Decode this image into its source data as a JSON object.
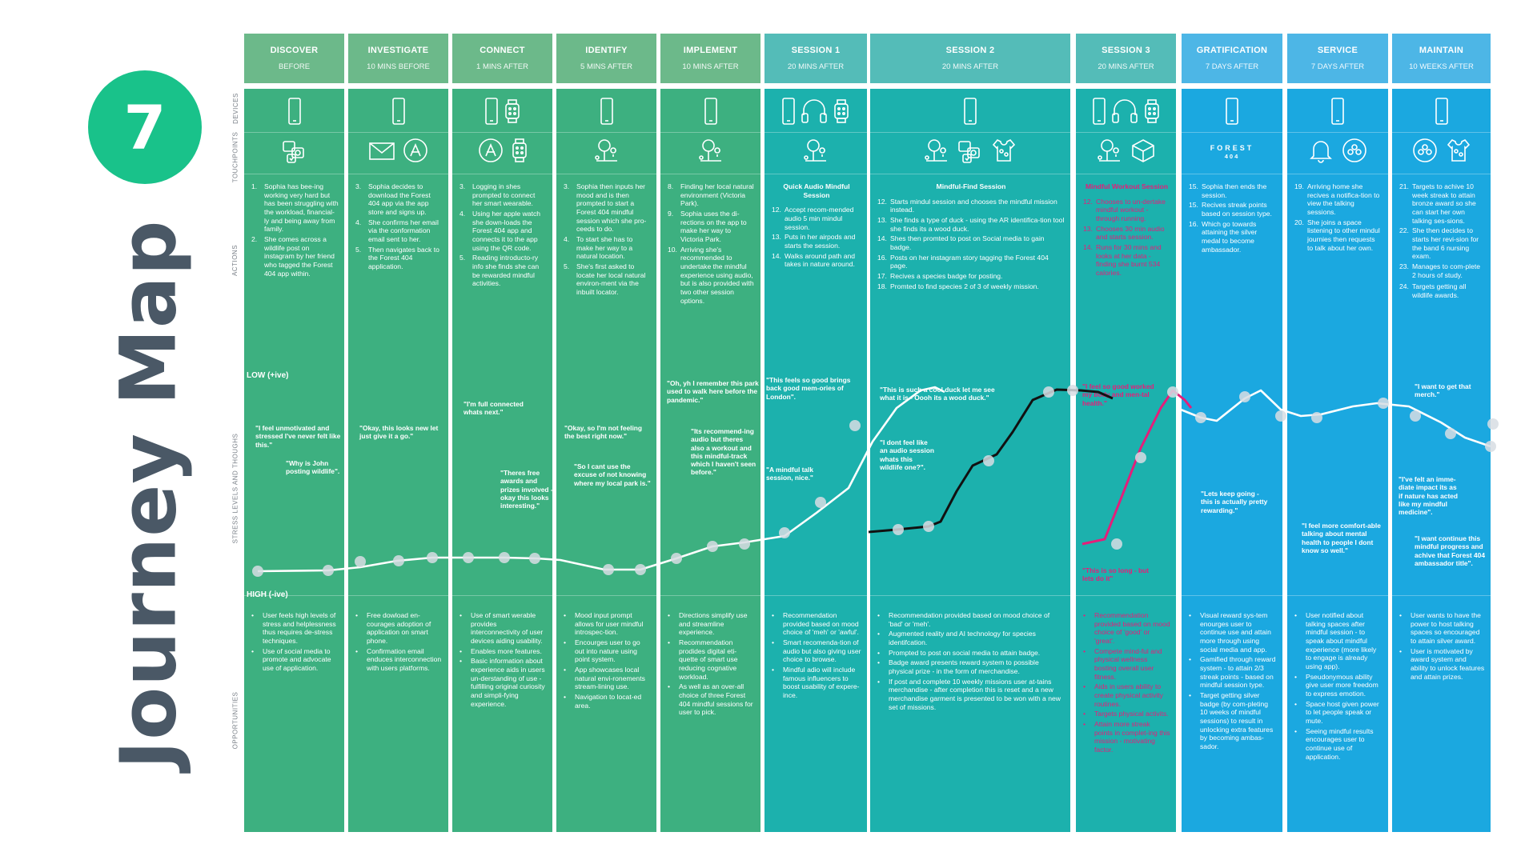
{
  "badge": "7",
  "title": "Journey Map",
  "row_labels": [
    "DEVICES",
    "TOUCHPOINTS",
    "ACTIONS",
    "STRESS LEVELS AND THOUGHS",
    "OPPORTUNITIES"
  ],
  "axis": {
    "low": "LOW (+ive)",
    "high": "HIGH (-ive)"
  },
  "colors": {
    "green": "#3db080",
    "green_head": "#6cb98a",
    "teal": "#1cb1ad",
    "teal_head": "#54bcb8",
    "blue": "#1ba8e0",
    "blue_head": "#4db6e6",
    "pink": "#e41e7a",
    "line_white": "#ffffff",
    "line_black": "#111111"
  },
  "columns": [
    {
      "title": "DISCOVER",
      "subtitle": "BEFORE",
      "devices": [
        "phone-icon"
      ],
      "touchpoints": [
        "social-apps-icon"
      ],
      "actions": [
        {
          "n": "1.",
          "t": "Sophia has bee-ing working very hard but has been struggling with the workload, financial-ly and being away from family."
        },
        {
          "n": "2.",
          "t": "She comes across a wildlife post on instagram by her friend who tagged the Forest 404 app within."
        }
      ],
      "quotes": [
        "\"I feel unmotivated and stressed I've never felt like this.\"",
        "\"Why is John posting wildlife\"."
      ],
      "opps": [
        {
          "n": "•",
          "t": "User feels high levels of stress and helplessness thus requires de-stress techniques."
        },
        {
          "n": "•",
          "t": "Use of social media to promote and advocate use of application."
        }
      ]
    },
    {
      "title": "INVESTIGATE",
      "subtitle": "10 MINS BEFORE",
      "devices": [
        "phone-icon"
      ],
      "touchpoints": [
        "mail-icon",
        "app-store-icon"
      ],
      "actions": [
        {
          "n": "3.",
          "t": "Sophia decides to download the Forest 404 app via the app store and signs up."
        },
        {
          "n": "4.",
          "t": "She confirms her email via the conformation email sent to her."
        },
        {
          "n": "5.",
          "t": "Then navigates back to the Forest 404 application."
        }
      ],
      "quotes": [
        "\"Okay, this looks new let just give it a go.\""
      ],
      "opps": [
        {
          "n": "•",
          "t": "Free dowload en-courages adoption of application on smart phone."
        },
        {
          "n": "•",
          "t": "Confirmation email enduces interconnection with users platforms."
        }
      ]
    },
    {
      "title": "CONNECT",
      "subtitle": "1 MINS AFTER",
      "devices": [
        "phone-icon",
        "watch-icon"
      ],
      "touchpoints": [
        "app-store-icon",
        "watch-icon"
      ],
      "actions": [
        {
          "n": "3.",
          "t": "Logging in shes prompted to connect her smart wearable."
        },
        {
          "n": "4.",
          "t": "Using her apple watch she down-loads the Forest 404 app and connects it to the app using the QR code."
        },
        {
          "n": "5.",
          "t": "Reading introducto-ry info she finds she can be rewarded mindful activities."
        }
      ],
      "quotes": [
        "\"I'm full connected whats next.\"",
        "\"Theres free awards and prizes involved - okay this looks interesting.\""
      ],
      "opps": [
        {
          "n": "•",
          "t": "Use of smart werable provides interconnectivity of user devices aiding usability."
        },
        {
          "n": "•",
          "t": "Enables more features."
        },
        {
          "n": "•",
          "t": "Basic information about experience aids in users un-derstanding of use - fulfilling original curiosity and simpli-fying experience."
        }
      ]
    },
    {
      "title": "IDENTIFY",
      "subtitle": "5 MINS AFTER",
      "devices": [
        "phone-icon"
      ],
      "touchpoints": [
        "tree-location-icon"
      ],
      "actions": [
        {
          "n": "3.",
          "t": "Sophia then inputs her mood and is then prompted to start a Forest 404 mindful session which she pro-ceeds to do."
        },
        {
          "n": "4.",
          "t": "To start she has to make her way to a natural location."
        },
        {
          "n": "5.",
          "t": "She's first asked to locate her local natural environ-ment via the inbuilt locator."
        }
      ],
      "quotes": [
        "\"Okay, so I'm not feeling the best right now.\"",
        "\"So I cant use the excuse of not knowing where my local park is.\""
      ],
      "opps": [
        {
          "n": "•",
          "t": "Mood input prompt allows for user mindful introspec-tion."
        },
        {
          "n": "•",
          "t": "Encourges user to go out into nature using point system."
        },
        {
          "n": "•",
          "t": "App showcases local natural envi-ronements stream-lining use."
        },
        {
          "n": "•",
          "t": "Navigation to locat-ed area."
        }
      ]
    },
    {
      "title": "IMPLEMENT",
      "subtitle": "10 MINS AFTER",
      "devices": [
        "phone-icon"
      ],
      "touchpoints": [
        "tree-location-icon"
      ],
      "actions": [
        {
          "n": "8.",
          "t": "Finding her local natural environment (Victoria Park)."
        },
        {
          "n": "9.",
          "t": "Sophia uses the di-rections on the app to make her way to Victoria Park."
        },
        {
          "n": "10.",
          "t": "Arriving she's recommended to undertake the mindful experience using audio, but is also provided with two other session options."
        }
      ],
      "quotes": [
        "\"Oh, yh I remember this park I used to walk here before the pandemic.\"",
        "\"Its recommend-ing audio but theres also a workout and this mindful-track which I haven't seen before.\""
      ],
      "opps": [
        {
          "n": "•",
          "t": "Directions simplify use and streamline experience."
        },
        {
          "n": "•",
          "t": "Recommendation prodides digital eti-quette of smart use reducing cognative workload."
        },
        {
          "n": "•",
          "t": "As well as an over-all choice of three Forest 404 mindful sessions for user to pick."
        }
      ]
    },
    {
      "title": "SESSION 1",
      "subtitle": "20 MINS AFTER",
      "devices": [
        "phone-icon",
        "headphones-icon",
        "watch-icon"
      ],
      "touchpoints": [
        "tree-location-icon"
      ],
      "action_title": "Quick Audio Mindful Session",
      "actions": [
        {
          "n": "12.",
          "t": "Accept recom-mended audio 5 min mindul session."
        },
        {
          "n": "13.",
          "t": "Puts in her airpods and starts the session."
        },
        {
          "n": "14.",
          "t": "Walks around path and takes in nature around."
        }
      ],
      "quotes": [
        "\"This feels so good brings back good mem-ories of London\".",
        "\"A mindful talk session, nice.\""
      ],
      "opps": [
        {
          "n": "•",
          "t": "Recommendation provided based on mood choice of 'meh' or 'awful'."
        },
        {
          "n": "•",
          "t": "Smart recomenda-tion of audio but also giving user choice to browse."
        },
        {
          "n": "•",
          "t": "Mindful adio will include famous influencers to boost usability of expere-ince."
        }
      ]
    },
    {
      "title": "SESSION 2",
      "subtitle": "20 MINS AFTER",
      "devices": [
        "phone-icon"
      ],
      "touchpoints": [
        "tree-location-icon",
        "social-apps-icon",
        "merch-icon"
      ],
      "action_title": "Mindful-Find Session",
      "actions": [
        {
          "n": "12.",
          "t": "Starts mindul session and chooses the mindful mission instead."
        },
        {
          "n": "13.",
          "t": "She finds a type of duck - using the AR identifica-tion tool she finds its a wood duck."
        },
        {
          "n": "14.",
          "t": "Shes then promted to post on Social media to gain badge."
        },
        {
          "n": "16.",
          "t": "Posts on her instagram story tagging the Forest 404 page."
        },
        {
          "n": "17.",
          "t": "Recives a species badge for posting."
        },
        {
          "n": "18.",
          "t": "Promted to find species 2 of 3 of weekly mission."
        }
      ],
      "quotes": [
        "\"This is such a cool duck let me see what it is - Oooh its a wood duck.\"",
        "\"I dont feel like an audio session whats this wildlife one?\"."
      ],
      "opps": [
        {
          "n": "•",
          "t": "Recommendation provided based on mood choice of 'bad' or 'meh'."
        },
        {
          "n": "•",
          "t": "Augmented reality and AI technology for species identifcation."
        },
        {
          "n": "•",
          "t": "Prompted to post on social media to attain badge."
        },
        {
          "n": "•",
          "t": "Badge award presents reward system to possible physical prize - in the form of merchandise."
        },
        {
          "n": "•",
          "t": "If post and complete 10 weekly missions user at-tains merchandise - after completion this is reset and a new merchandise garment is presented to be won with a new set of missions."
        }
      ]
    },
    {
      "title": "SESSION 3",
      "subtitle": "20 MINS AFTER",
      "devices": [
        "phone-icon",
        "headphones-icon",
        "watch-icon"
      ],
      "touchpoints": [
        "tree-location-icon",
        "ar-cube-icon"
      ],
      "action_title": "Mindful Workout Session",
      "actions": [
        {
          "n": "12.",
          "t": "Chooses to un-dertake mindful workout - through running."
        },
        {
          "n": "13.",
          "t": "Chooses 30 min audio and starts session."
        },
        {
          "n": "14.",
          "t": "Runs for 30 mins and looks at her data - finding she burnt 534 calories."
        }
      ],
      "quotes": [
        "\"I feel so good worked my body and men-tal health.\"",
        "\"This is so long - but lets do it\""
      ],
      "opps": [
        {
          "n": "•",
          "t": "Recommendation provided based on mood choice of 'good' or 'great'."
        },
        {
          "n": "•",
          "t": "Compete mind-ful and physical wellness bosting overall user fitness."
        },
        {
          "n": "•",
          "t": "Aids in users ability to create physical activity routines."
        },
        {
          "n": "•",
          "t": "Targets physical activits."
        },
        {
          "n": "•",
          "t": "Attain more streak points in complet-ing this mission - motivating factor."
        }
      ]
    },
    {
      "title": "GRATIFICATION",
      "subtitle": "7 DAYS AFTER",
      "devices": [
        "phone-icon"
      ],
      "touchpoints": [
        "forest-logo"
      ],
      "forest_logo": "FOREST",
      "forest_sub": "404",
      "actions": [
        {
          "n": "15.",
          "t": "Sophia then ends the session."
        },
        {
          "n": "15.",
          "t": "Recives streak points based on session type."
        },
        {
          "n": "16.",
          "t": "Which go towards attaining the silver medal to become ambassador."
        }
      ],
      "quotes": [
        "\"Lets keep going - this is actually pretty rewarding.\""
      ],
      "opps": [
        {
          "n": "•",
          "t": "Visual reward sys-tem enourges user to continue use and attain more through using social media and app."
        },
        {
          "n": "•",
          "t": "Gamified through reward system - to attain 2/3 streak points - based on mindful session type."
        },
        {
          "n": "•",
          "t": "Target getting silver badge (by com-pleting 10 weeks of mindful sessions) to result in unlocking extra features by becoming ambas-sador."
        }
      ]
    },
    {
      "title": "SERVICE",
      "subtitle": "7 DAYS AFTER",
      "devices": [
        "phone-icon"
      ],
      "touchpoints": [
        "bell-icon",
        "community-icon"
      ],
      "actions": [
        {
          "n": "19.",
          "t": "Arriving home she recives a notifica-tion to view the talking sessions."
        },
        {
          "n": "20.",
          "t": "She joins a space listening to other mindul journies then requests to talk about her own."
        }
      ],
      "quotes": [
        "\"I feel more comfort-able talking about mental health to people I dont know so well.\""
      ],
      "opps": [
        {
          "n": "•",
          "t": "User notified about talking spaces after mindful session - to speak about mindful experience (more likely to engage is already using app)."
        },
        {
          "n": "•",
          "t": "Pseudonymous ability give user more freedom to express emotion."
        },
        {
          "n": "•",
          "t": "Space host given power to let people speak or mute."
        },
        {
          "n": "•",
          "t": "Seeing mindful results encourages user to continue use of application."
        }
      ]
    },
    {
      "title": "MAINTAIN",
      "subtitle": "10 WEEKS AFTER",
      "devices": [
        "phone-icon"
      ],
      "touchpoints": [
        "community-icon",
        "merch-icon"
      ],
      "actions": [
        {
          "n": "21.",
          "t": "Targets to achive 10 week streak to attain bronze award so she can start her own talking ses-sions."
        },
        {
          "n": "22.",
          "t": "She then decides to starts her revi-sion for the band 6 nursing exam."
        },
        {
          "n": "23.",
          "t": "Manages to com-plete 2 hours of study."
        },
        {
          "n": "",
          "t": ""
        },
        {
          "n": "24.",
          "t": "Targets getting all wildlife awards."
        }
      ],
      "quotes": [
        "\"I want to get that merch.\"",
        "\"I've felt an imme-diate impact its as if nature has acted like my mindful medicine\".",
        "\"I want continue this mindful progress and achive that Forest 404 ambassador title\"."
      ],
      "opps": [
        {
          "n": "•",
          "t": "User wants to have the power to host talking spaces so encouraged to attain silver award."
        },
        {
          "n": "•",
          "t": "User is motivated by award system and ability to unlock features and attain prizes."
        }
      ]
    }
  ]
}
